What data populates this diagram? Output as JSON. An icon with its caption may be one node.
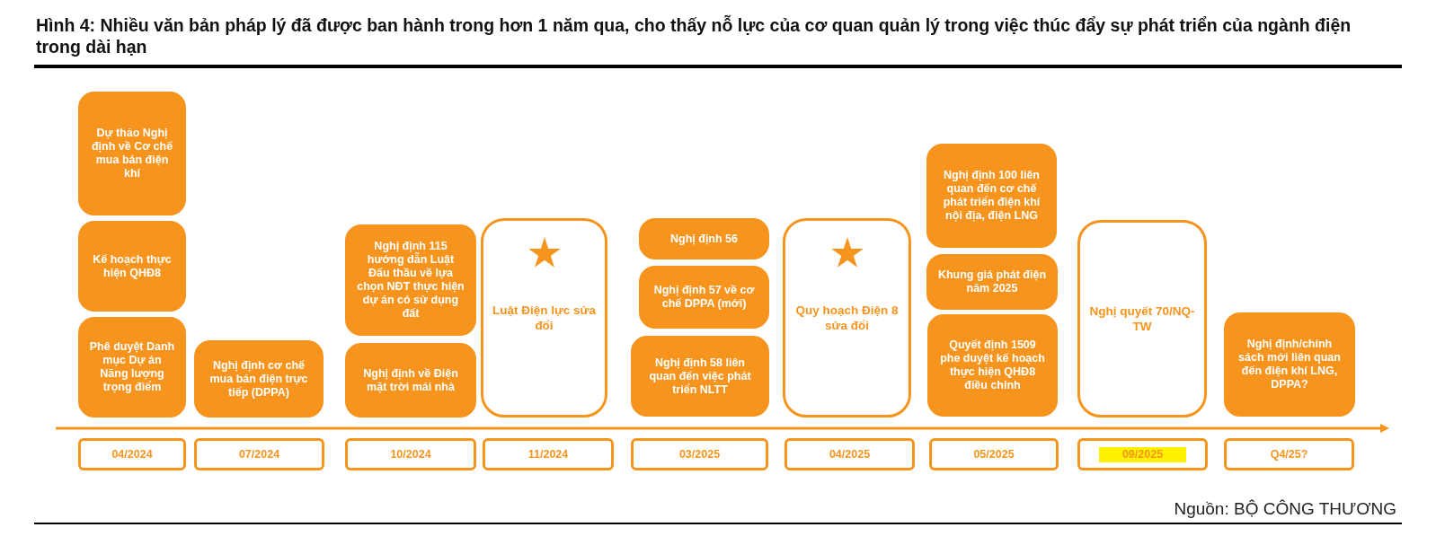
{
  "diagram": {
    "title": "Hình 4: Nhiều văn bản pháp lý đã được ban hành trong hơn 1 năm qua, cho thấy nỗ lực của cơ quan quản lý trong việc thúc đẩy sự phát triển của ngành điện trong dài hạn",
    "caption": "Nguồn: BỘ CÔNG THƯƠNG",
    "nodes": [
      {
        "text": [
          "Dự thảo Nghị định về Cơ chế mua bán điện khí"
        ]
      },
      {
        "text": [
          "Kế hoạch thực hiện QHĐ8"
        ]
      },
      {
        "text": [
          "Phê duyệt Danh mục Dự án Năng lượng trọng điểm"
        ]
      },
      {
        "text": [
          "04/2024"
        ]
      },
      {
        "text": [
          "Nghị định cơ chế mua bán điện trực tiếp (DPPA)"
        ]
      },
      {
        "text": [
          "07/2024"
        ]
      },
      {
        "text": [
          "Nghị định 115 hướng dẫn Luật Đấu thầu về lựa chọn NĐT thực hiện dự án có sử dụng đất"
        ]
      },
      {
        "text": [
          "Nghị định về Điện mặt trời mái nhà"
        ]
      },
      {
        "text": [
          "10/2024"
        ]
      },
      {
        "text": [
          "Luật Điện lực sửa đổi"
        ]
      },
      {
        "text": [
          "11/2024"
        ]
      },
      {
        "text": [
          "Nghị định 56"
        ]
      },
      {
        "text": [
          "Nghị định 57 về cơ chế DPPA (mới)"
        ]
      },
      {
        "text": [
          "Nghị định 58 liên quan đến việc phát triển NLTT"
        ]
      },
      {
        "text": [
          "03/2025"
        ]
      },
      {
        "text": [
          "Quy hoạch Điện 8 sửa đổi"
        ]
      },
      {
        "text": [
          "04/2025"
        ]
      },
      {
        "text": [
          "Nghị định 100 liên quan đến cơ chế phát triển điện khí nội địa, điện LNG"
        ]
      },
      {
        "text": [
          "Khung giá phát điện năm 2025"
        ]
      },
      {
        "text": [
          "Quyết định 1509 phe duyệt kế hoạch thực hiện QHĐ8 điều chỉnh"
        ]
      },
      {
        "text": [
          "05/2025"
        ]
      },
      {
        "text": [
          "Nghị quyết 70/NQ-TW"
        ]
      },
      {
        "text": [
          "09/2025"
        ]
      },
      {
        "text": [
          "Nghị định/chính sách mới liên quan đến điện khí LNG, DPPA?"
        ]
      },
      {
        "text": [
          "Q4/25?"
        ]
      }
    ],
    "edges": []
  }
}
